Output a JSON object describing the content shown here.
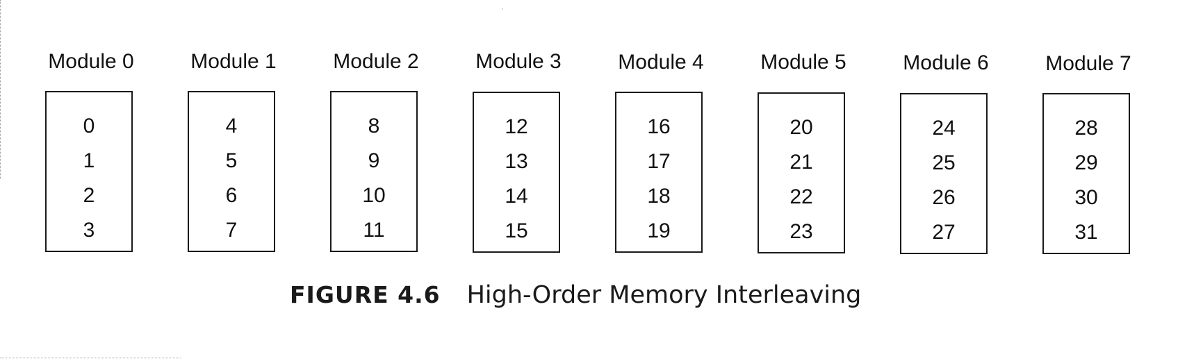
{
  "figure": {
    "number": "FIGURE 4.6",
    "title": "High-Order Memory Interleaving"
  },
  "modules": [
    {
      "label": "Module 0",
      "addresses": [
        "0",
        "1",
        "2",
        "3"
      ]
    },
    {
      "label": "Module 1",
      "addresses": [
        "4",
        "5",
        "6",
        "7"
      ]
    },
    {
      "label": "Module 2",
      "addresses": [
        "8",
        "9",
        "10",
        "11"
      ]
    },
    {
      "label": "Module 3",
      "addresses": [
        "12",
        "13",
        "14",
        "15"
      ]
    },
    {
      "label": "Module 4",
      "addresses": [
        "16",
        "17",
        "18",
        "19"
      ]
    },
    {
      "label": "Module 5",
      "addresses": [
        "20",
        "21",
        "22",
        "23"
      ]
    },
    {
      "label": "Module 6",
      "addresses": [
        "24",
        "25",
        "26",
        "27"
      ]
    },
    {
      "label": "Module 7",
      "addresses": [
        "28",
        "29",
        "30",
        "31"
      ]
    }
  ]
}
